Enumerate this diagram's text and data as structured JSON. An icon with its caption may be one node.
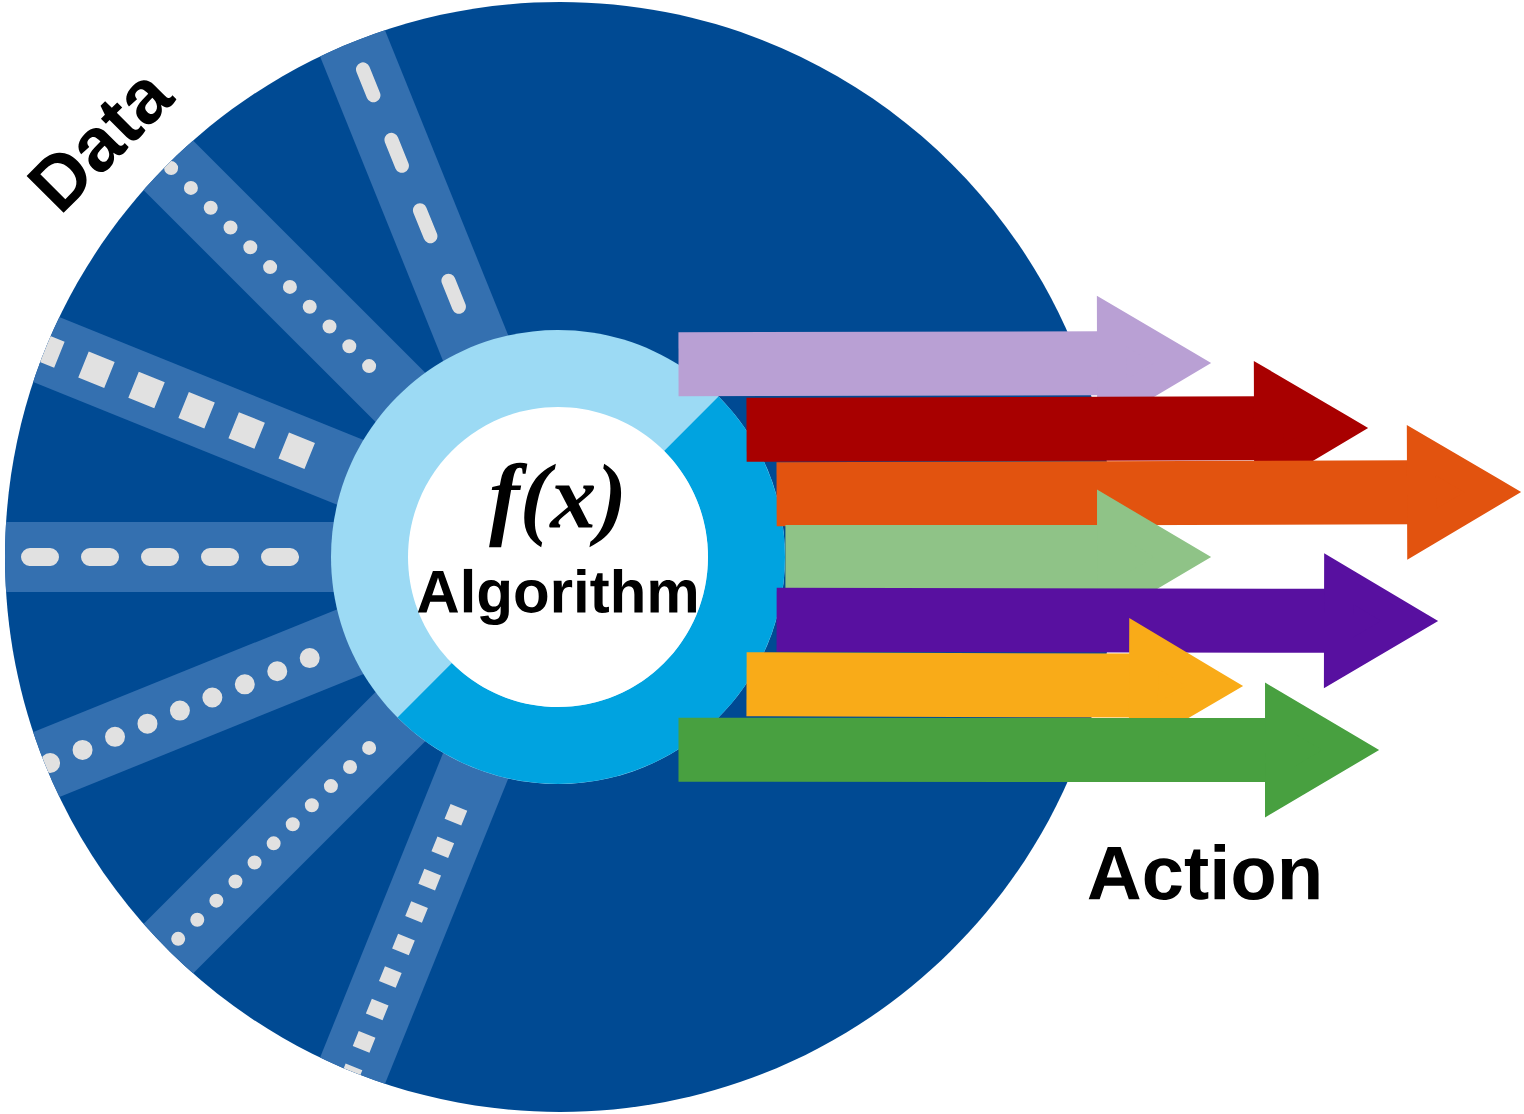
{
  "diagram": {
    "nodes": [
      {
        "text": [],
        "shape": "circle"
      },
      {
        "text": [
          "f(x)",
          "Algorithm"
        ],
        "in": 0
      }
    ],
    "edges": [
      {
        "from": 1,
        "to": null,
        "arrow": "to",
        "color": "#b9a0d4"
      },
      {
        "from": 1,
        "to": null,
        "arrow": "to",
        "color": "#a80000"
      },
      {
        "from": 1,
        "to": null,
        "arrow": "to",
        "color": "#e2530f"
      },
      {
        "from": 1,
        "to": null,
        "arrow": "to",
        "color": "#8fc387"
      },
      {
        "from": 1,
        "to": null,
        "arrow": "to",
        "color": "#5810a0"
      },
      {
        "from": 1,
        "to": null,
        "arrow": "to",
        "color": "#f9ab18"
      },
      {
        "from": 1,
        "to": null,
        "arrow": "to",
        "color": "#48a040"
      }
    ],
    "labels": [
      "Data",
      "Action"
    ]
  }
}
